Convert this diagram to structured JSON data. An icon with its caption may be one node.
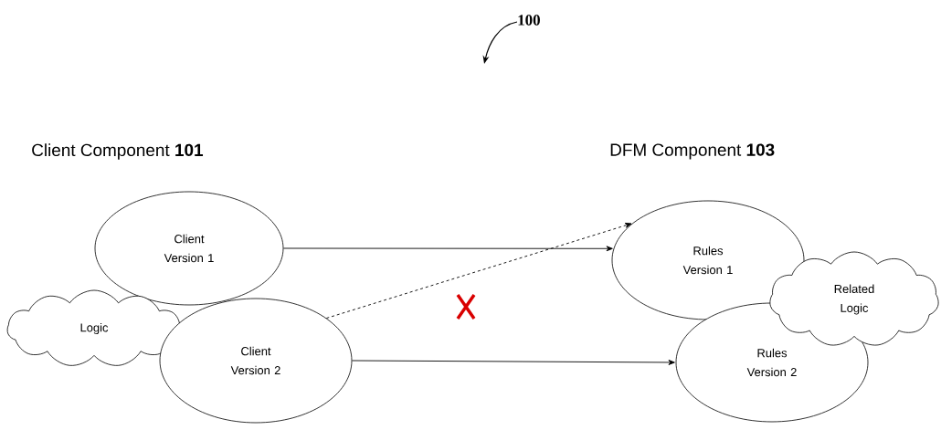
{
  "diagram": {
    "nodes": [
      {
        "text": [
          "Client Version 1"
        ]
      },
      {
        "text": [
          "Logic"
        ]
      },
      {
        "text": [
          "Client Version 2"
        ]
      },
      {
        "text": [
          "Rules Version 1"
        ]
      },
      {
        "text": [
          "Rules Version 2"
        ]
      },
      {
        "text": [
          "Related Logic"
        ]
      }
    ],
    "edges": [
      {
        "from": 0,
        "to": 3,
        "arrow": "to"
      },
      {
        "from": 2,
        "to": 3,
        "arrow": "to",
        "style": "dashed"
      },
      {
        "from": 2,
        "to": 4,
        "arrow": "to"
      }
    ],
    "labels": [
      "100",
      "Client Component **101**",
      "DFM Component **103**"
    ]
  }
}
